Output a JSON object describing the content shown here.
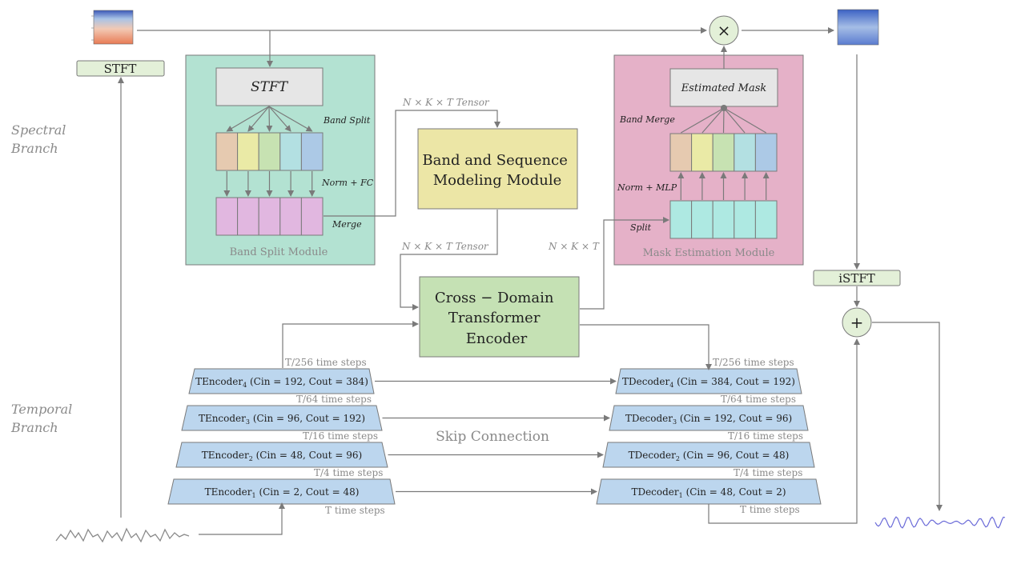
{
  "spectral_branch_label": [
    "Spectral",
    "Branch"
  ],
  "temporal_branch_label": [
    "Temporal",
    "Branch"
  ],
  "stft_tag": "STFT",
  "istft_tag": "iSTFT",
  "band_split": {
    "stft_label": "STFT",
    "band_split_label": "Band Split",
    "norm_fc_label": "Norm + FC",
    "merge_label": "Merge",
    "title": "Band Split Module"
  },
  "tensor_in_label": "N × K × T  Tensor",
  "tensor_out_label": "N × K × T  Tensor",
  "nkt_label": "N × K × T",
  "band_seq_module": [
    "Band and Sequence",
    "Modeling Module"
  ],
  "cross_domain": [
    "Cross − Domain",
    "Transformer",
    "Encoder"
  ],
  "mask_estimation": {
    "estimated_mask_label": "Estimated Mask",
    "band_merge_label": "Band Merge",
    "norm_mlp_label": "Norm + MLP",
    "split_label": "Split",
    "title": "Mask Estimation Module"
  },
  "skip_connection_label": "Skip Connection",
  "multiply_symbol": "×",
  "add_symbol": "+",
  "encoders": [
    {
      "name": "TEncoder",
      "sub": "4",
      "params": "(Cin = 192, Cout = 384)",
      "steps": "T/256 time steps"
    },
    {
      "name": "TEncoder",
      "sub": "3",
      "params": "(Cin = 96, Cout = 192)",
      "steps": "T/64 time steps"
    },
    {
      "name": "TEncoder",
      "sub": "2",
      "params": "(Cin = 48, Cout = 96)",
      "steps": "T/16 time steps"
    },
    {
      "name": "TEncoder",
      "sub": "1",
      "params": "(Cin = 2, Cout = 48)",
      "steps": "T/4 time steps"
    }
  ],
  "decoders": [
    {
      "name": "TDecoder",
      "sub": "4",
      "params": "(Cin = 384, Cout = 192)",
      "steps": "T/256 time steps"
    },
    {
      "name": "TDecoder",
      "sub": "3",
      "params": "(Cin = 192, Cout = 96)",
      "steps": "T/64 time steps"
    },
    {
      "name": "TDecoder",
      "sub": "2",
      "params": "(Cin = 96, Cout = 48)",
      "steps": "T/16 time steps"
    },
    {
      "name": "TDecoder",
      "sub": "1",
      "params": "(Cin = 48, Cout = 2)",
      "steps": "T/4 time steps"
    }
  ],
  "encoder_bottom_steps": "T time steps",
  "decoder_bottom_steps": "T time steps",
  "colors": {
    "band_split_bg": "#b3e2d2",
    "mask_est_bg": "#e5b1c8",
    "band_seq_bg": "#ece6a6",
    "cross_domain_bg": "#c5e1b4",
    "coder_fill": "#bcd6ee",
    "tag_fill": "#e3f0d8",
    "gray_box": "#e6e6e6",
    "band_colors": [
      "#e6cab0",
      "#eaeaa6",
      "#c7e2b2",
      "#b3e0e2",
      "#acc9e6"
    ],
    "pink_band": "#e1b7e0",
    "cyan_band": "#aee9e2"
  }
}
